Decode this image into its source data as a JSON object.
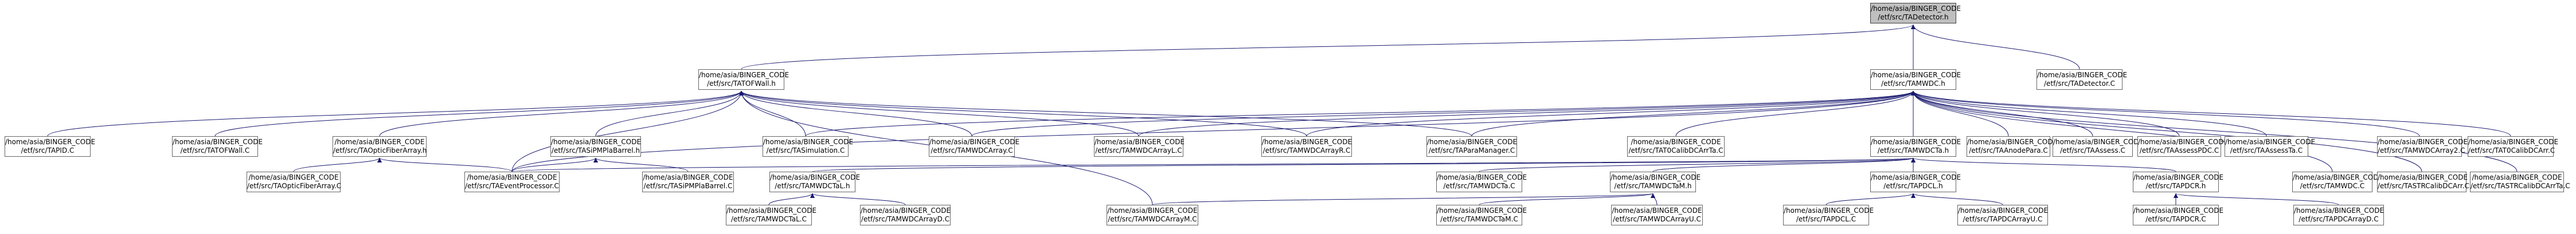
{
  "colors": {
    "edge": "#191970",
    "node_border": "#666666",
    "root_fill": "#bfbfbf",
    "node_fill": "#ffffff"
  },
  "nodes": {
    "root": {
      "line1": "/home/asia/BINGER_CODE",
      "line2": "/etf/src/TADetector.h"
    },
    "tatofwall_h": {
      "line1": "/home/asia/BINGER_CODE",
      "line2": "/etf/src/TATOFWall.h"
    },
    "tamwdc_h": {
      "line1": "/home/asia/BINGER_CODE",
      "line2": "/etf/src/TAMWDC.h"
    },
    "tadetector_c": {
      "line1": "/home/asia/BINGER_CODE",
      "line2": "/etf/src/TADetector.C"
    },
    "tapid_c": {
      "line1": "/home/asia/BINGER_CODE",
      "line2": "/etf/src/TAPID.C"
    },
    "tatofwall_c": {
      "line1": "/home/asia/BINGER_CODE",
      "line2": "/etf/src/TATOFWall.C"
    },
    "taopticfiberarray_h": {
      "line1": "/home/asia/BINGER_CODE",
      "line2": "/etf/src/TAOpticFiberArray.h"
    },
    "tasipmplabarrel_h": {
      "line1": "/home/asia/BINGER_CODE",
      "line2": "/etf/src/TASiPMPlaBarrel.h"
    },
    "tasimulation_c": {
      "line1": "/home/asia/BINGER_CODE",
      "line2": "/etf/src/TASimulation.C"
    },
    "tamwdcarray_c": {
      "line1": "/home/asia/BINGER_CODE",
      "line2": "/etf/src/TAMWDCArray.C"
    },
    "tamwdcarrayl_c": {
      "line1": "/home/asia/BINGER_CODE",
      "line2": "/etf/src/TAMWDCArrayL.C"
    },
    "tamwdcarrayr_c": {
      "line1": "/home/asia/BINGER_CODE",
      "line2": "/etf/src/TAMWDCArrayR.C"
    },
    "taparamanager_c": {
      "line1": "/home/asia/BINGER_CODE",
      "line2": "/etf/src/TAParaManager.C"
    },
    "tat0calibdcarrta_c": {
      "line1": "/home/asia/BINGER_CODE",
      "line2": "/etf/src/TAT0CalibDCArrTa.C"
    },
    "tamwdcta_h": {
      "line1": "/home/asia/BINGER_CODE",
      "line2": "/etf/src/TAMWDCTa.h"
    },
    "taanodepara_c": {
      "line1": "/home/asia/BINGER_CODE",
      "line2": "/etf/src/TAAnodePara.C"
    },
    "taassess_c": {
      "line1": "/home/asia/BINGER_CODE",
      "line2": "/etf/src/TAAssess.C"
    },
    "taassesspdc_c": {
      "line1": "/home/asia/BINGER_CODE",
      "line2": "/etf/src/TAAssessPDC.C"
    },
    "taassessta_c": {
      "line1": "/home/asia/BINGER_CODE",
      "line2": "/etf/src/TAAssessTa.C"
    },
    "tamwdc_c": {
      "line1": "/home/asia/BINGER_CODE",
      "line2": "/etf/src/TAMWDC.C"
    },
    "tamwdcarray2_c": {
      "line1": "/home/asia/BINGER_CODE",
      "line2": "/etf/src/TAMWDCArray2.C"
    },
    "tastrcalibdcarr_c": {
      "line1": "/home/asia/BINGER_CODE",
      "line2": "/etf/src/TASTRCalibDCArr.C"
    },
    "tastrcalibdcarrta_c": {
      "line1": "/home/asia/BINGER_CODE",
      "line2": "/etf/src/TASTRCalibDCArrTa.C"
    },
    "tat0calibdcarr_c": {
      "line1": "/home/asia/BINGER_CODE",
      "line2": "/etf/src/TAT0CalibDCArr.C"
    },
    "taopticfiberarray_c": {
      "line1": "/home/asia/BINGER_CODE",
      "line2": "/etf/src/TAOpticFiberArray.C"
    },
    "taeventprocessor_c": {
      "line1": "/home/asia/BINGER_CODE",
      "line2": "/etf/src/TAEventProcessor.C"
    },
    "tasipmplabarrel_c": {
      "line1": "/home/asia/BINGER_CODE",
      "line2": "/etf/src/TASiPMPlaBarrel.C"
    },
    "tamwdctaL_h": {
      "line1": "/home/asia/BINGER_CODE",
      "line2": "/etf/src/TAMWDCTaL.h"
    },
    "tamwdcta_c": {
      "line1": "/home/asia/BINGER_CODE",
      "line2": "/etf/src/TAMWDCTa.C"
    },
    "tamwdctam_h": {
      "line1": "/home/asia/BINGER_CODE",
      "line2": "/etf/src/TAMWDCTaM.h"
    },
    "tapdcl_h": {
      "line1": "/home/asia/BINGER_CODE",
      "line2": "/etf/src/TAPDCL.h"
    },
    "tapdcr_h": {
      "line1": "/home/asia/BINGER_CODE",
      "line2": "/etf/src/TAPDCR.h"
    },
    "tamwdctal_c": {
      "line1": "/home/asia/BINGER_CODE",
      "line2": "/etf/src/TAMWDCTaL.C"
    },
    "tamwdcarrayd_c": {
      "line1": "/home/asia/BINGER_CODE",
      "line2": "/etf/src/TAMWDCArrayD.C"
    },
    "tamwdcarraym_c": {
      "line1": "/home/asia/BINGER_CODE",
      "line2": "/etf/src/TAMWDCArrayM.C"
    },
    "tamwdctam_c": {
      "line1": "/home/asia/BINGER_CODE",
      "line2": "/etf/src/TAMWDCTaM.C"
    },
    "tamwdcarrayu_c": {
      "line1": "/home/asia/BINGER_CODE",
      "line2": "/etf/src/TAMWDCArrayU.C"
    },
    "tapdcl_c": {
      "line1": "/home/asia/BINGER_CODE",
      "line2": "/etf/src/TAPDCL.C"
    },
    "tapdcarrayu_c": {
      "line1": "/home/asia/BINGER_CODE",
      "line2": "/etf/src/TAPDCArrayU.C"
    },
    "tapdcr_c": {
      "line1": "/home/asia/BINGER_CODE",
      "line2": "/etf/src/TAPDCR.C"
    },
    "tapdcarrayd_c": {
      "line1": "/home/asia/BINGER_CODE",
      "line2": "/etf/src/TAPDCArrayD.C"
    }
  },
  "edges": [
    [
      "tatofwall_h",
      "root"
    ],
    [
      "tamwdc_h",
      "root"
    ],
    [
      "tadetector_c",
      "root"
    ],
    [
      "tapid_c",
      "tatofwall_h"
    ],
    [
      "tatofwall_c",
      "tatofwall_h"
    ],
    [
      "taopticfiberarray_h",
      "tatofwall_h"
    ],
    [
      "tasipmplabarrel_h",
      "tatofwall_h"
    ],
    [
      "tasimulation_c",
      "tatofwall_h"
    ],
    [
      "tamwdcarray_c",
      "tatofwall_h"
    ],
    [
      "tamwdcarrayl_c",
      "tatofwall_h"
    ],
    [
      "tamwdcarrayr_c",
      "tatofwall_h"
    ],
    [
      "taparamanager_c",
      "tatofwall_h"
    ],
    [
      "taeventprocessor_c",
      "tatofwall_h"
    ],
    [
      "tamwdcarraym_c",
      "tatofwall_h"
    ],
    [
      "tasimulation_c",
      "tamwdc_h"
    ],
    [
      "tamwdcarray_c",
      "tamwdc_h"
    ],
    [
      "tamwdcarrayl_c",
      "tamwdc_h"
    ],
    [
      "tamwdcarrayr_c",
      "tamwdc_h"
    ],
    [
      "taparamanager_c",
      "tamwdc_h"
    ],
    [
      "tat0calibdcarrta_c",
      "tamwdc_h"
    ],
    [
      "tamwdcta_h",
      "tamwdc_h"
    ],
    [
      "taanodepara_c",
      "tamwdc_h"
    ],
    [
      "taassess_c",
      "tamwdc_h"
    ],
    [
      "taassesspdc_c",
      "tamwdc_h"
    ],
    [
      "taassessta_c",
      "tamwdc_h"
    ],
    [
      "tamwdc_c",
      "tamwdc_h"
    ],
    [
      "tamwdcarray2_c",
      "tamwdc_h"
    ],
    [
      "tastrcalibdcarr_c",
      "tamwdc_h"
    ],
    [
      "tastrcalibdcarrta_c",
      "tamwdc_h"
    ],
    [
      "tat0calibdcarr_c",
      "tamwdc_h"
    ],
    [
      "taeventprocessor_c",
      "tamwdc_h"
    ],
    [
      "taopticfiberarray_c",
      "taopticfiberarray_h"
    ],
    [
      "taeventprocessor_c",
      "taopticfiberarray_h"
    ],
    [
      "taeventprocessor_c",
      "tasipmplabarrel_h"
    ],
    [
      "tasipmplabarrel_c",
      "tasipmplabarrel_h"
    ],
    [
      "tamwdctaL_h",
      "tamwdcta_h"
    ],
    [
      "tamwdcta_c",
      "tamwdcta_h"
    ],
    [
      "tamwdctam_h",
      "tamwdcta_h"
    ],
    [
      "tapdcl_h",
      "tamwdcta_h"
    ],
    [
      "tapdcr_h",
      "tamwdcta_h"
    ],
    [
      "taeventprocessor_c",
      "tamwdcta_h"
    ],
    [
      "tamwdctal_c",
      "tamwdctaL_h"
    ],
    [
      "tamwdcarrayd_c",
      "tamwdctaL_h"
    ],
    [
      "tamwdcarraym_c",
      "tamwdctam_h"
    ],
    [
      "tamwdctam_c",
      "tamwdctam_h"
    ],
    [
      "tamwdcarrayu_c",
      "tamwdctam_h"
    ],
    [
      "tapdcl_c",
      "tapdcl_h"
    ],
    [
      "tapdcarrayu_c",
      "tapdcl_h"
    ],
    [
      "tapdcr_c",
      "tapdcr_h"
    ],
    [
      "tapdcarrayd_c",
      "tapdcr_h"
    ]
  ]
}
